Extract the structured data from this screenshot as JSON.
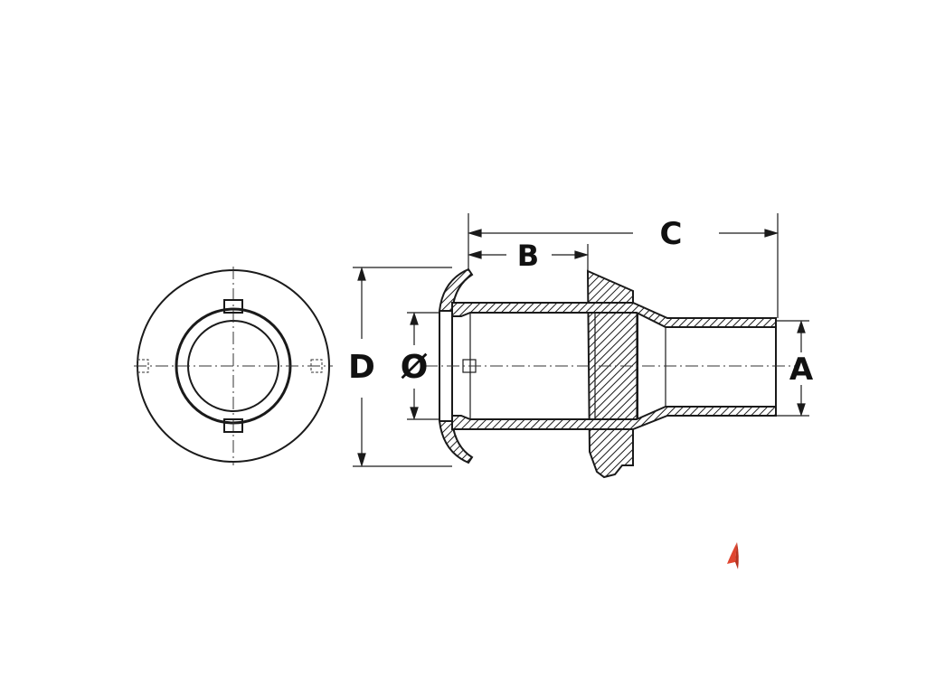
{
  "labels": {
    "dim_d": "D",
    "dim_bore": "Ø",
    "dim_a": "A",
    "dim_b": "B",
    "dim_c": "C"
  },
  "colors": {
    "ink": "#1a1a1a",
    "logo": "#e0452f"
  },
  "logo_icon": "sail-logo-icon"
}
